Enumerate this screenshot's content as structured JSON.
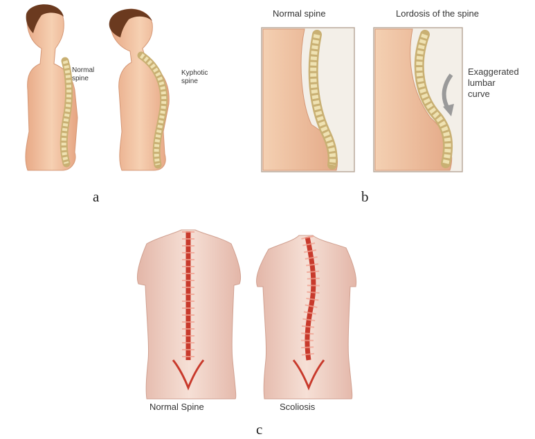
{
  "panel_a": {
    "caption": "a",
    "normal_label_l1": "Normal",
    "normal_label_l2": "spine",
    "kyphotic_label_l1": "Kyphotic",
    "kyphotic_label_l2": "spine"
  },
  "panel_b": {
    "caption": "b",
    "normal_title": "Normal spine",
    "lordosis_title": "Lordosis of the spine",
    "annotation_l1": "Exaggerated",
    "annotation_l2": "lumbar",
    "annotation_l3": "curve"
  },
  "panel_c": {
    "caption": "c",
    "normal_label": "Normal Spine",
    "scoliosis_label": "Scoliosis"
  },
  "colors": {
    "skin": "#f3c7a5",
    "skin_shadow": "#dc9f7c",
    "bone": "#e9dcaa",
    "spinal_red": "#c83a2c",
    "hair": "#6b3a1f",
    "back_skin": "#f2d4c8"
  }
}
